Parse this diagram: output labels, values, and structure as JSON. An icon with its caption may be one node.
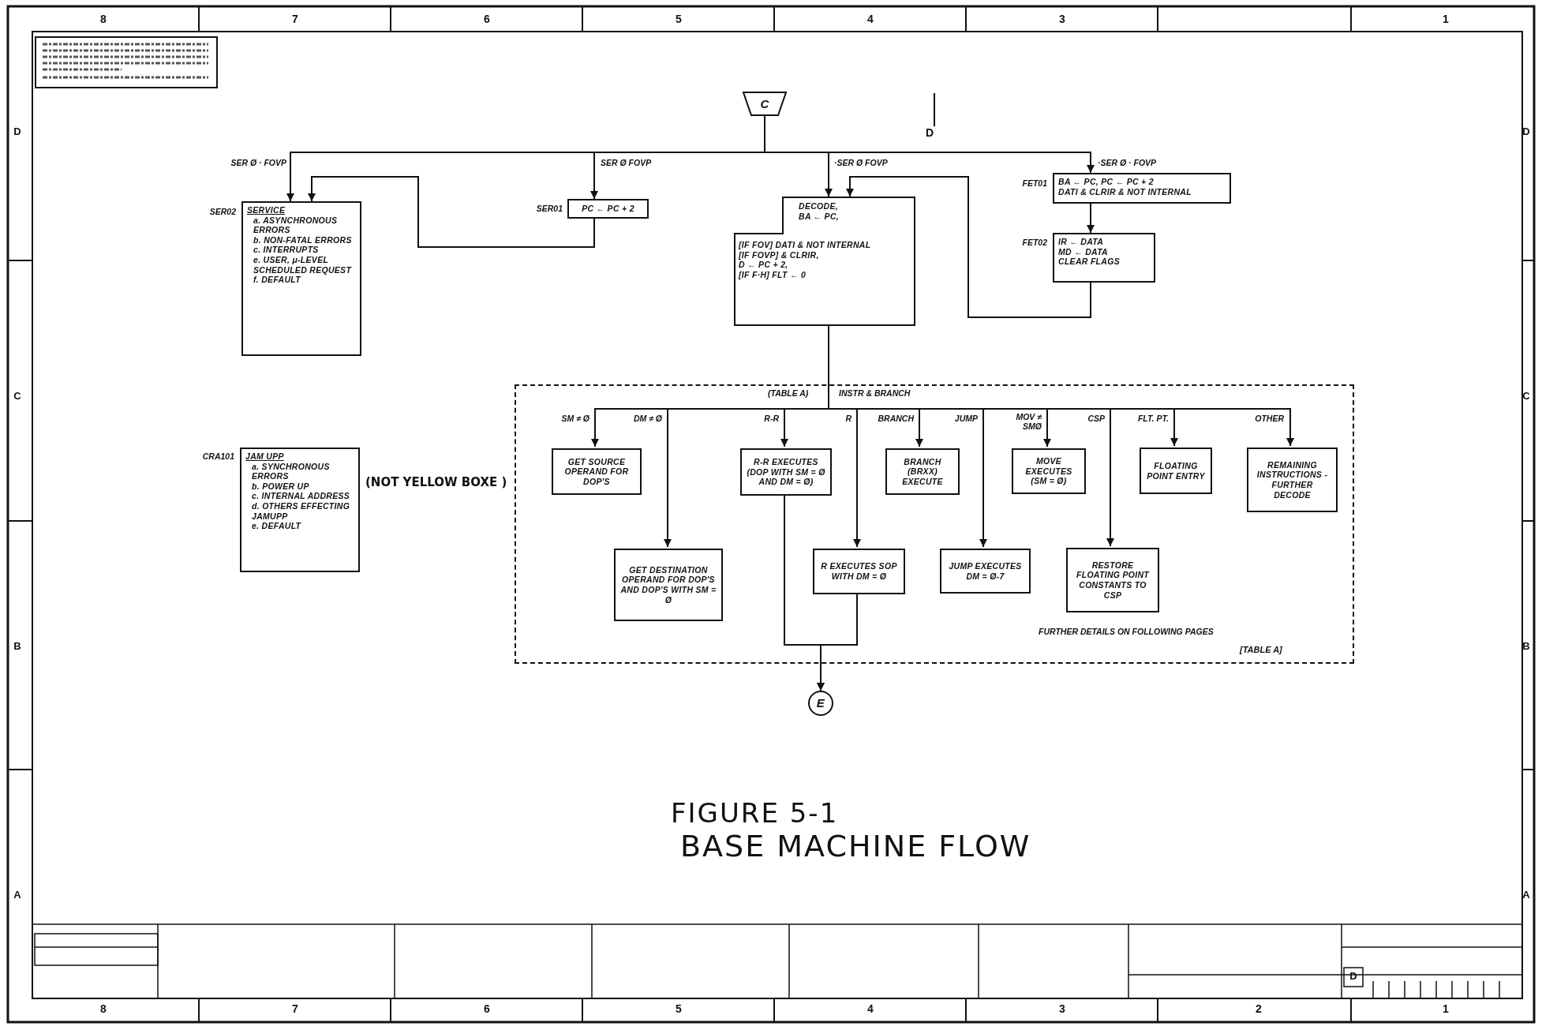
{
  "diagram": {
    "title": "FIGURE 5-1",
    "caption": "BASE MACHINE FLOW",
    "nodes": [
      {
        "text": [
          "C"
        ]
      },
      {
        "text": [
          "SERVICE",
          "a. ASYNCHRONOUS ERRORS",
          "b. NON-FATAL ERRORS",
          "c. INTERRUPTS",
          "e. USER, μ-LEVEL SCHEDULED REQUEST",
          "f. DEFAULT"
        ],
        "beside": [
          "SER02"
        ]
      },
      {
        "text": [
          "PC ← PC + 2"
        ],
        "beside": [
          "SER01"
        ]
      },
      {
        "text": [
          "DECODE,",
          "BA ← PC,",
          "[IF FOV] DATI & NOT INTERNAL",
          "[IF FOVP] & CLRIR,",
          "D ← PC + 2,",
          "[IF F·H] FLT ← 0"
        ]
      },
      {
        "text": [
          "BA ← PC, PC ← PC + 2",
          "DATI & CLRIR & NOT INTERNAL"
        ],
        "beside": [
          "FET01"
        ]
      },
      {
        "text": [
          "IR ← DATA",
          "MD ← DATA",
          "CLEAR FLAGS"
        ],
        "beside": [
          "FET02"
        ]
      },
      {
        "text": [
          "JAM UPP",
          "a. SYNCHRONOUS ERRORS",
          "b. POWER UP",
          "c. INTERNAL ADDRESS",
          "d. OTHERS EFFECTING JAMUPP",
          "e. DEFAULT"
        ],
        "beside": [
          "CRA101",
          "(NOT YELLOW BOXE )"
        ]
      },
      {
        "text": [],
        "shape": "box"
      },
      {
        "text": [
          "GET SOURCE OPERAND FOR DOP'S"
        ],
        "in": 7
      },
      {
        "text": [
          "GET DESTINATION OPERAND FOR DOP'S AND DOP'S WITH SM = Ø"
        ],
        "in": 7
      },
      {
        "text": [
          "R-R EXECUTES (DOP WITH SM = Ø AND DM = Ø)"
        ],
        "in": 7
      },
      {
        "text": [
          "R EXECUTES SOP WITH DM = Ø"
        ],
        "in": 7
      },
      {
        "text": [
          "BRANCH (BRXX) EXECUTE"
        ],
        "in": 7
      },
      {
        "text": [
          "JUMP EXECUTES DM = Ø-7"
        ],
        "in": 7
      },
      {
        "text": [
          "MOVE EXECUTES (SM = Ø)"
        ],
        "in": 7
      },
      {
        "text": [
          "RESTORE FLOATING POINT CONSTANTS TO CSP"
        ],
        "in": 7
      },
      {
        "text": [
          "FLOATING POINT ENTRY"
        ],
        "in": 7
      },
      {
        "text": [
          "REMAINING INSTRUCTIONS - FURTHER DECODE"
        ],
        "in": 7
      },
      {
        "text": [
          "E"
        ]
      }
    ],
    "edges": [
      {
        "from": 0,
        "to": 1,
        "arrow": "to",
        "label": "SER Ø · FOVP"
      },
      {
        "from": 0,
        "to": 2,
        "arrow": "to",
        "label": "SER Ø FOVP"
      },
      {
        "from": 0,
        "to": 3,
        "arrow": "to",
        "label": "·SER Ø FOVP"
      },
      {
        "from": 0,
        "to": 4,
        "arrow": "to",
        "label": "·SER Ø · FOVP"
      },
      {
        "from": 2,
        "to": 1,
        "arrow": "to"
      },
      {
        "from": 4,
        "to": 5,
        "arrow": "to"
      },
      {
        "from": 5,
        "to": 3,
        "arrow": "to"
      },
      {
        "from": 3,
        "to": 8,
        "arrow": "to",
        "label": "SM ≠ Ø"
      },
      {
        "from": 3,
        "to": 9,
        "arrow": "to",
        "label": "DM ≠ Ø"
      },
      {
        "from": 3,
        "to": 10,
        "arrow": "to",
        "label": "R-R"
      },
      {
        "from": 3,
        "to": 11,
        "arrow": "to",
        "label": "R"
      },
      {
        "from": 3,
        "to": 12,
        "arrow": "to",
        "label": "BRANCH"
      },
      {
        "from": 3,
        "to": 13,
        "arrow": "to",
        "label": "JUMP"
      },
      {
        "from": 3,
        "to": 14,
        "arrow": "to",
        "label": "MOV ≠ SMØ"
      },
      {
        "from": 3,
        "to": 15,
        "arrow": "to",
        "label": "CSP"
      },
      {
        "from": 3,
        "to": 16,
        "arrow": "to",
        "label": "FLT. PT."
      },
      {
        "from": 3,
        "to": 17,
        "arrow": "to",
        "label": "OTHER"
      },
      {
        "from": 10,
        "to": 18,
        "arrow": "to"
      },
      {
        "from": 11,
        "to": 18,
        "arrow": "to"
      }
    ],
    "labels": [
      "8",
      "7",
      "6",
      "5",
      "4",
      "3",
      "1",
      "D",
      "C",
      "B",
      "A",
      "D",
      "C",
      "B",
      "A",
      "D",
      "(TABLE A)",
      "INSTR & BRANCH",
      "FURTHER DETAILS ON FOLLOWING PAGES",
      "[TABLE A]",
      "D",
      "8",
      "7",
      "6",
      "5",
      "4",
      "3",
      "2",
      "1"
    ]
  }
}
